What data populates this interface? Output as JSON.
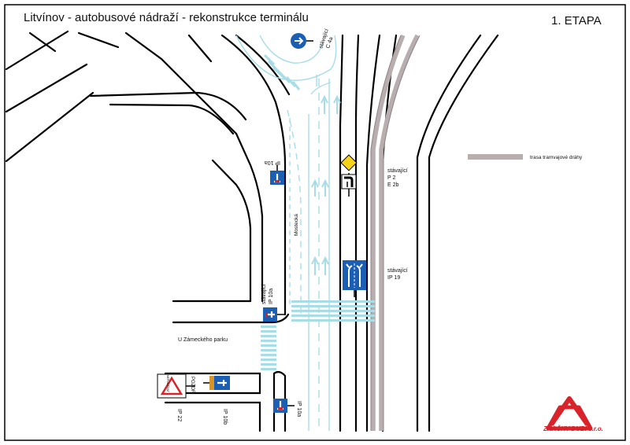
{
  "header": {
    "title": "Litvínov - autobusové nádraží - rekonstrukce terminálu",
    "phase": "1. ETAPA"
  },
  "legend": {
    "label": "trasa tramvajové dráhy",
    "color": "#b8aeb0"
  },
  "colors": {
    "road_edge": "#000000",
    "marking": "#a8dde8",
    "sign_blue": "#1a5fb4",
    "frame": "#000000",
    "logo_red": "#d8232a"
  },
  "labels": {
    "street_mostecka": "Mostecká",
    "street_u_zameckeho_parku": "U Zámeckého parku",
    "sign_c4a": {
      "line1": "stávající",
      "line2": "C 4a"
    },
    "sign_p2": {
      "line1": "stávající",
      "line2": "P 2",
      "line3": "E 2b"
    },
    "sign_ip19": {
      "line1": "stávající",
      "line2": "IP 19"
    },
    "sign_ip10a_left": {
      "line1": "stávající",
      "line2": "IP 10a"
    },
    "sign_ip10a_top": "IP 10a",
    "sign_ip10a_bottom": "IP 10a",
    "sign_ip22": "IP 22",
    "sign_ip10b": "IP 10b",
    "pozor": "POZOR",
    "pozor_small": "NEPOUŽÍVAT"
  },
  "logo": {
    "text": "ZNAČKY DUBÍ s.r.o."
  },
  "icons": [
    "round-blue-keep-right-icon",
    "priority-road-diamond-icon",
    "lane-direction-sign-icon",
    "dead-end-sign-icon",
    "warning-triangle-icon"
  ]
}
